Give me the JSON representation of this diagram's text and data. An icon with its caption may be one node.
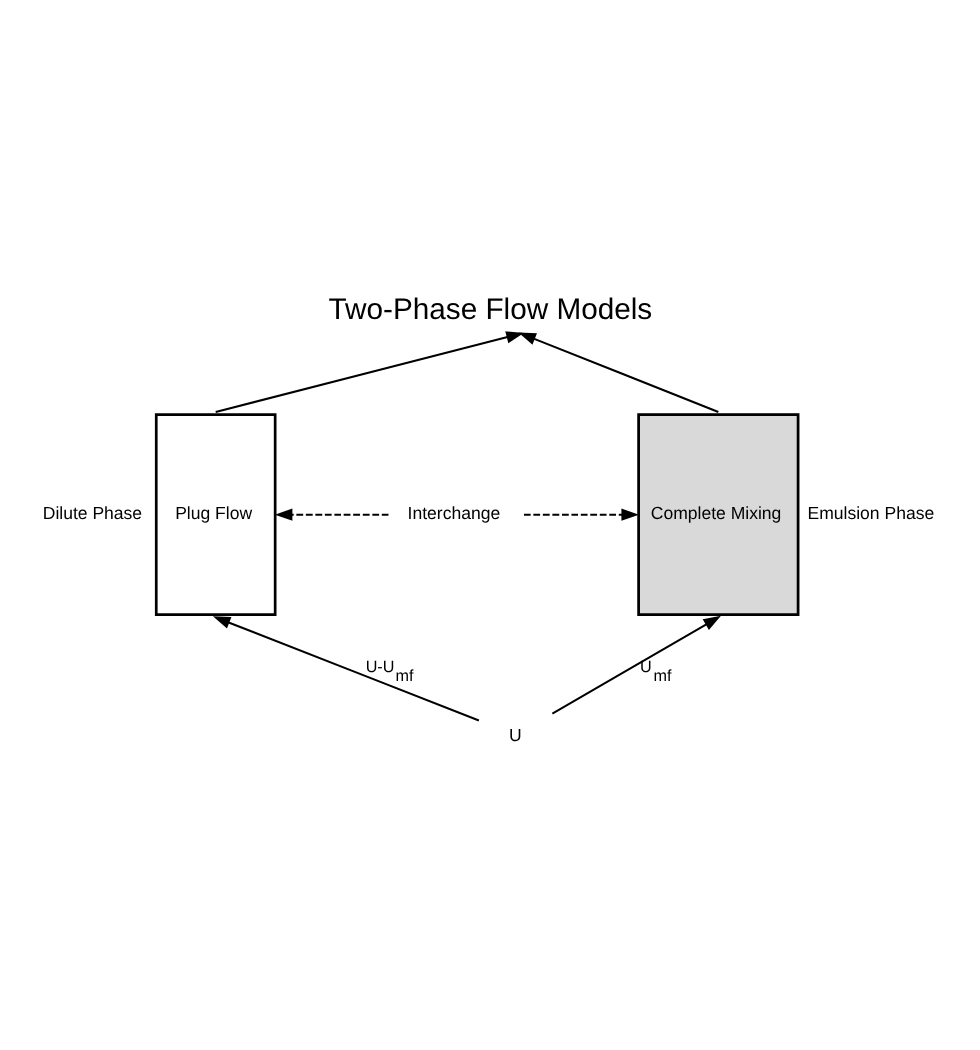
{
  "diagram": {
    "title": "Two-Phase Flow Models",
    "nodes": [
      {
        "text": [
          "Plug Flow"
        ],
        "beside": [
          "Dilute Phase"
        ]
      },
      {
        "text": [
          "Interchange"
        ]
      },
      {
        "text": [
          "Complete Mixing"
        ],
        "beside": [
          "Emulsion Phase"
        ]
      },
      {
        "text": [
          "U"
        ]
      }
    ],
    "edges": [
      {
        "from": 3,
        "to": 0,
        "arrow": "to",
        "label": "U-U$_{mf}$"
      },
      {
        "from": 3,
        "to": 2,
        "arrow": "to",
        "label": "U$_{mf}$"
      },
      {
        "from": 1,
        "to": 0,
        "arrow": "to",
        "style": "dashed"
      },
      {
        "from": 1,
        "to": 2,
        "arrow": "to",
        "style": "dashed"
      },
      {
        "from": 0,
        "to": null,
        "arrow": "to"
      },
      {
        "from": 2,
        "to": null,
        "arrow": "to"
      }
    ]
  }
}
